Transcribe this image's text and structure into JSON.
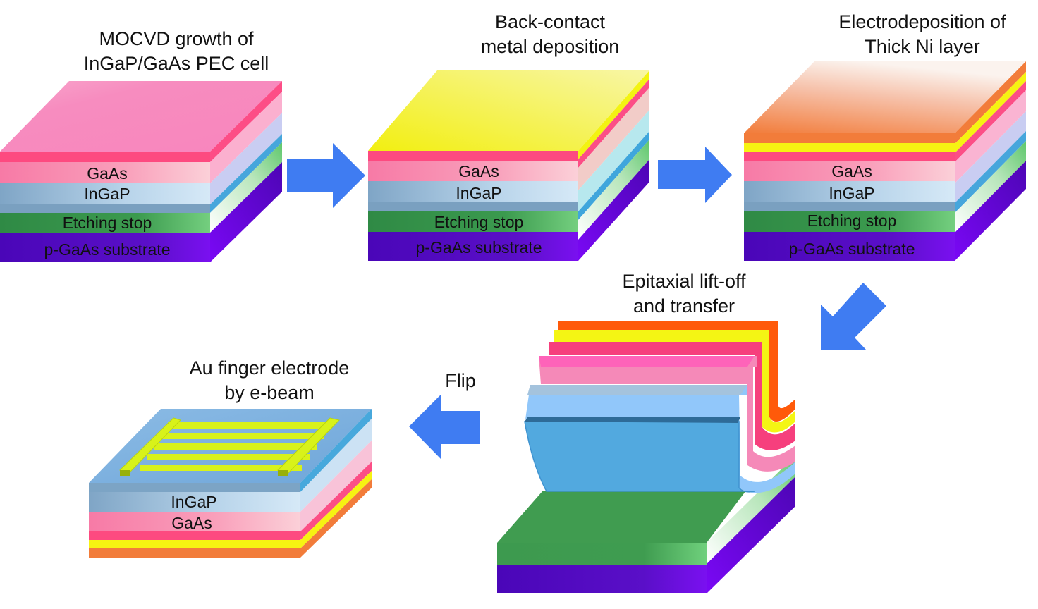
{
  "title": "InGaP/GaAs PEC cell fabrication process flow",
  "colors": {
    "arrow": "#3f7cf2",
    "substrate": "#5a0fc8",
    "etching_stop": "#3b9a4e",
    "ingap": "#8fb3d3",
    "gaas": "#f784ab",
    "gaas_top": "#ff4d82",
    "back_contact": "#f6f312",
    "ni_layer": "#f3843d"
  },
  "steps": [
    {
      "id": "mocvd",
      "caption": [
        "MOCVD growth of",
        "InGaP/GaAs PEC cell"
      ],
      "layers": [
        "GaAs",
        "InGaP",
        "Etching stop",
        "p-GaAs substrate"
      ]
    },
    {
      "id": "back-contact",
      "caption": [
        "Back-contact",
        "metal deposition"
      ],
      "layers": [
        "GaAs",
        "InGaP",
        "Etching stop",
        "p-GaAs substrate"
      ]
    },
    {
      "id": "electrodeposition",
      "caption": [
        "Electrodeposition of",
        "Thick Ni layer"
      ],
      "layers": [
        "GaAs",
        "InGaP",
        "Etching stop",
        "p-GaAs substrate"
      ]
    },
    {
      "id": "lift-off",
      "caption": [
        "Epitaxial lift-off",
        "and transfer"
      ],
      "layers": []
    },
    {
      "id": "finger-electrode",
      "caption": [
        "Au finger electrode",
        "by e-beam"
      ],
      "layers": [
        "InGaP",
        "GaAs"
      ]
    }
  ],
  "arrows": [
    {
      "from": "mocvd",
      "to": "back-contact",
      "direction": "right",
      "label": ""
    },
    {
      "from": "back-contact",
      "to": "electrodeposition",
      "direction": "right",
      "label": ""
    },
    {
      "from": "electrodeposition",
      "to": "lift-off",
      "direction": "down-left",
      "label": ""
    },
    {
      "from": "lift-off",
      "to": "finger-electrode",
      "direction": "left",
      "label": "Flip"
    }
  ]
}
